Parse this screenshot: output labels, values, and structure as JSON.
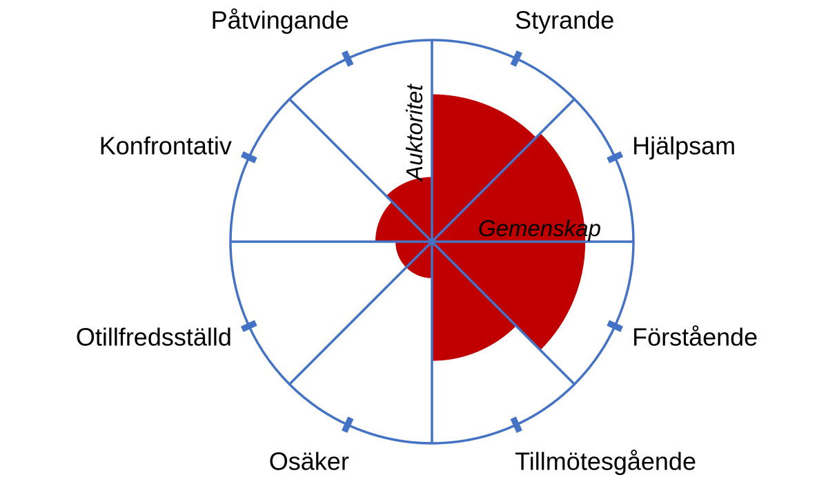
{
  "chart_data": {
    "type": "polar-area",
    "categories": [
      "Styrande",
      "Hjälpsam",
      "Förstående",
      "Tillmötesgående",
      "Osäker",
      "Otillfredsställd",
      "Konfrontativ",
      "Påtvingande"
    ],
    "series": [
      {
        "values": [
          0.73,
          0.76,
          0.76,
          0.59,
          0.18,
          0.18,
          0.28,
          0.32
        ]
      }
    ],
    "rlim": [
      0,
      1
    ],
    "axis_labels": {
      "vertical": "Auktoritet",
      "horizontal": "Gemenskap"
    },
    "tick_fraction": 0.82,
    "grid": false,
    "legend": "none"
  },
  "colors": {
    "outline": "#4472C4",
    "fill": "#C00000",
    "text": "#000000",
    "background": "#FFFFFF"
  }
}
